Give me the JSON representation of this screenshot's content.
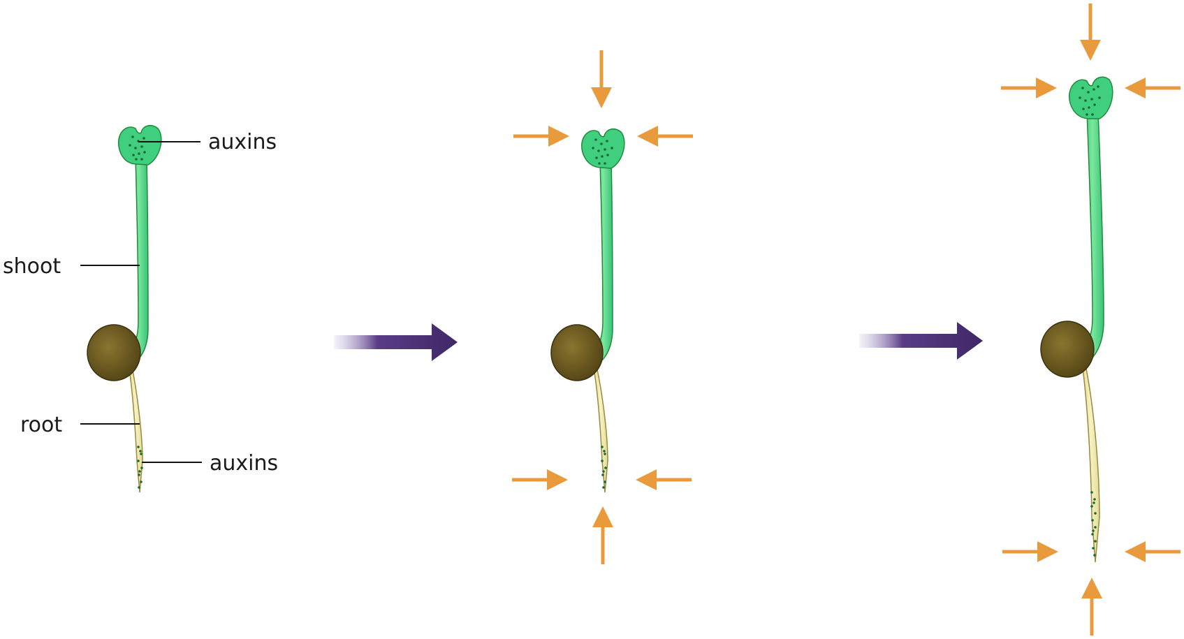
{
  "labels": {
    "auxins_top": "auxins",
    "shoot": "shoot",
    "root": "root",
    "auxins_bottom": "auxins"
  },
  "colors": {
    "shoot_green": "#5fd98a",
    "shoot_outline": "#1f8a3a",
    "cotyledon": "#3fcf7f",
    "seed": "#6b5a1c",
    "root_fill": "#eee9b0",
    "root_outline": "#9a8a3a",
    "dots": "#1c6a32",
    "orange_arrow": "#e89a3c",
    "purple_arrow": "#4a2e6e"
  },
  "stages": [
    {
      "id": "stage-1",
      "labelled": true
    },
    {
      "id": "stage-2",
      "labelled": false
    },
    {
      "id": "stage-3",
      "labelled": false
    }
  ]
}
